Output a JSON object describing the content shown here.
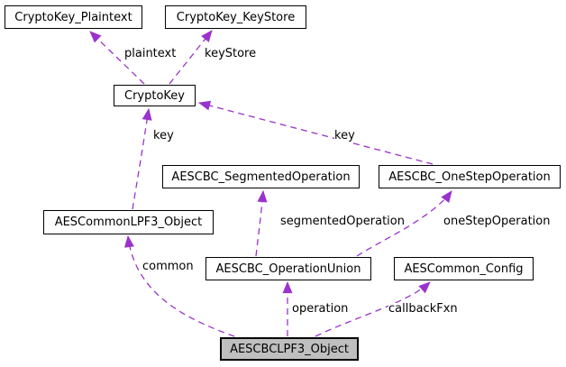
{
  "diagram": {
    "type": "collaboration-graph",
    "colors": {
      "edge": "#9a32cd",
      "node_border": "#000000",
      "node_fill": "#ffffff",
      "highlight_fill": "#bfbfbf",
      "text": "#000000",
      "background": "#ffffff"
    },
    "nodes": [
      {
        "id": "cryptokey-plaintext",
        "label": "CryptoKey_Plaintext",
        "highlight": false
      },
      {
        "id": "cryptokey-keystore",
        "label": "CryptoKey_KeyStore",
        "highlight": false
      },
      {
        "id": "cryptokey",
        "label": "CryptoKey",
        "highlight": false
      },
      {
        "id": "aescbc-segmentedoperation",
        "label": "AESCBC_SegmentedOperation",
        "highlight": false
      },
      {
        "id": "aescbc-onestepoperation",
        "label": "AESCBC_OneStepOperation",
        "highlight": false
      },
      {
        "id": "aescommonlpf3-object",
        "label": "AESCommonLPF3_Object",
        "highlight": false
      },
      {
        "id": "aescbc-operationunion",
        "label": "AESCBC_OperationUnion",
        "highlight": false
      },
      {
        "id": "aescommon-config",
        "label": "AESCommon_Config",
        "highlight": false
      },
      {
        "id": "aescbclpf3-object",
        "label": "AESCBCLPF3_Object",
        "highlight": true
      }
    ],
    "edges": [
      {
        "id": "plaintext",
        "label": "plaintext",
        "from": "cryptokey",
        "to": "cryptokey-plaintext"
      },
      {
        "id": "keystore",
        "label": "keyStore",
        "from": "cryptokey",
        "to": "cryptokey-keystore"
      },
      {
        "id": "key-left",
        "label": "key",
        "from": "aescommonlpf3-object",
        "to": "cryptokey"
      },
      {
        "id": "key-right",
        "label": "key",
        "from": "aescbc-onestepoperation",
        "to": "cryptokey"
      },
      {
        "id": "segmented-operation",
        "label": "segmentedOperation",
        "from": "aescbc-operationunion",
        "to": "aescbc-segmentedoperation"
      },
      {
        "id": "onestep-operation",
        "label": "oneStepOperation",
        "from": "aescbc-operationunion",
        "to": "aescbc-onestepoperation"
      },
      {
        "id": "common",
        "label": "common",
        "from": "aescbclpf3-object",
        "to": "aescommonlpf3-object"
      },
      {
        "id": "operation",
        "label": "operation",
        "from": "aescbclpf3-object",
        "to": "aescbc-operationunion"
      },
      {
        "id": "callback-fxn",
        "label": "callbackFxn",
        "from": "aescbclpf3-object",
        "to": "aescommon-config"
      }
    ]
  }
}
